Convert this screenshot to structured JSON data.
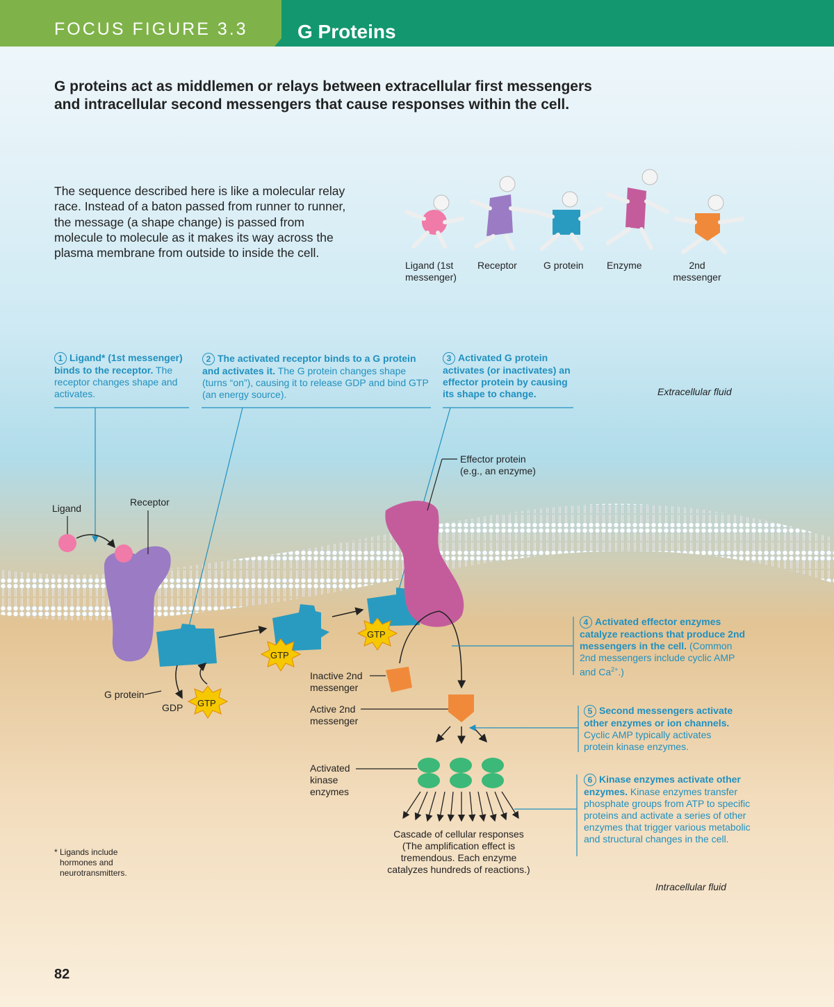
{
  "header": {
    "focus_label": "FOCUS FIGURE 3.3",
    "title": "G Proteins"
  },
  "intro": "G proteins act as middlemen or relays between extracellular first messengers and intracellular second messengers that cause responses within the cell.",
  "relay_text": "The sequence described here is like a molecular relay race. Instead of a baton passed from runner to runner, the message (a shape change) is passed from molecule to molecule as it makes its way across the plasma membrane from outside to inside the cell.",
  "runners": [
    {
      "label_line1": "Ligand (1st",
      "label_line2": "messenger)"
    },
    {
      "label_line1": "Receptor",
      "label_line2": ""
    },
    {
      "label_line1": "G protein",
      "label_line2": ""
    },
    {
      "label_line1": "Enzyme",
      "label_line2": ""
    },
    {
      "label_line1": "2nd",
      "label_line2": "messenger"
    }
  ],
  "steps": [
    {
      "num": "1",
      "bold": "Ligand* (1st messenger) binds to the receptor.",
      "text": " The receptor changes shape and activates."
    },
    {
      "num": "2",
      "bold": "The activated receptor binds to a G protein and activates it.",
      "text": " The G protein changes shape (turns “on”), causing it to release GDP and bind GTP (an energy source)."
    },
    {
      "num": "3",
      "bold": "Activated G protein activates (or inactivates) an effector protein by causing its shape to change.",
      "text": ""
    },
    {
      "num": "4",
      "bold": "Activated effector enzymes catalyze reactions that produce 2nd messengers in the cell.",
      "text": " (Common 2nd messengers include cyclic AMP and Ca",
      "sup": "2+",
      "tail": ".)"
    },
    {
      "num": "5",
      "bold": "Second messengers activate other enzymes or ion channels.",
      "text": " Cyclic AMP typically activates protein kinase enzymes."
    },
    {
      "num": "6",
      "bold": "Kinase enzymes activate other enzymes.",
      "text": " Kinase enzymes transfer phosphate groups from ATP to specific proteins and activate a series of other enzymes that trigger various metabolic and structural changes in the cell."
    }
  ],
  "labels": {
    "extracellular": "Extracellular fluid",
    "intracellular": "Intracellular fluid",
    "effector_line1": "Effector protein",
    "effector_line2": "(e.g., an enzyme)",
    "ligand": "Ligand",
    "receptor": "Receptor",
    "g_protein": "G protein",
    "gdp": "GDP",
    "gtp": "GTP",
    "inactive_line1": "Inactive 2nd",
    "inactive_line2": "messenger",
    "active_line1": "Active 2nd",
    "active_line2": "messenger",
    "kinase_line1": "Activated",
    "kinase_line2": "kinase",
    "kinase_line3": "enzymes",
    "cascade_line1": "Cascade of cellular responses",
    "cascade_line2": "(The amplification effect is",
    "cascade_line3": "tremendous. Each enzyme",
    "cascade_line4": "catalyzes hundreds of reactions.)"
  },
  "footnote": {
    "line1": "* Ligands include",
    "line2": "hormones and",
    "line3": "neurotransmitters."
  },
  "page_number": "82",
  "colors": {
    "header_green": "#13976f",
    "tab_green": "#7fb34a",
    "step_blue": "#2190bf",
    "receptor_purple": "#9a7bc4",
    "g_protein_teal": "#2a9bc0",
    "effector_magenta": "#c45c9c",
    "ligand_pink": "#f07aa8",
    "second_messenger_orange": "#f08a3a",
    "kinase_green": "#3cb878",
    "gtp_yellow": "#f6c800"
  }
}
